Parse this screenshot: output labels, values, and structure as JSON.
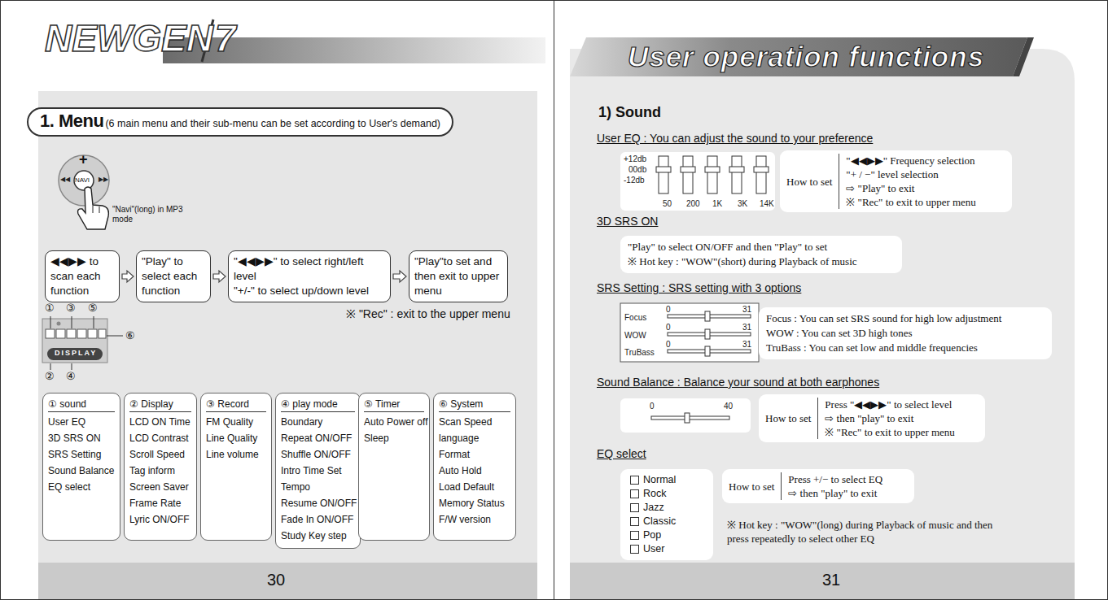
{
  "diagram": {
    "nodes": [
      {
        "text": [
          "1. Menu",
          "(6 main menu and their sub-menu can be set according to User's demand)"
        ]
      },
      {
        "text": [
          "◀◀▶▶ to scan each function"
        ]
      },
      {
        "text": [
          "\"Play\" to select each function"
        ]
      },
      {
        "text": [
          "\"◀◀▶▶\" to select right/left level",
          "\"+/-\" to select up/down level"
        ]
      },
      {
        "text": [
          "\"Play\"to set and then exit to upper menu"
        ]
      },
      {
        "text": [
          "① sound",
          "User EQ",
          "3D SRS ON",
          "SRS Setting",
          "Sound Balance",
          "EQ select"
        ]
      },
      {
        "text": [
          "② Display",
          "LCD ON Time",
          "LCD Contrast",
          "Scroll Speed",
          "Tag inform",
          "Screen Saver",
          "Frame Rate",
          "Lyric ON/OFF"
        ]
      },
      {
        "text": [
          "③ Record",
          "FM Quality",
          "Line Quality",
          "Line volume"
        ]
      },
      {
        "text": [
          "④ play mode",
          "Boundary",
          "Repeat ON/OFF",
          "Shuffle ON/OFF",
          "Intro Time Set",
          "Tempo",
          "Resume ON/OFF",
          "Fade In ON/OFF",
          "Study Key step"
        ]
      },
      {
        "text": [
          "⑤ Timer",
          "Auto Power off",
          "Sleep"
        ]
      },
      {
        "text": [
          "⑥ System",
          "Scan Speed",
          "language",
          "Format",
          "Auto Hold",
          "Load Default",
          "Memory Status",
          "F/W version"
        ]
      },
      {
        "text": [
          "User operation functions"
        ]
      },
      {
        "text": [
          "+12db",
          "00db",
          "-12db",
          "50",
          "200",
          "1K",
          "3K",
          "14K"
        ]
      },
      {
        "text": [
          "How to set",
          "\"◀◀▶▶\" Frequency selection",
          "\"+ / −\" level selection",
          "⇨ \"Play\" to exit",
          "※ \"Rec\" to exit to upper menu"
        ]
      },
      {
        "text": [
          "\"Play\" to select ON/OFF and then \"Play\" to set",
          "※ Hot key : \"WOW\"(short) during Playback of music"
        ]
      },
      {
        "text": [
          "Focus",
          "WOW",
          "TruBass",
          "0",
          "31",
          "0",
          "31",
          "0",
          "31"
        ]
      },
      {
        "text": [
          "Focus : You can set SRS sound for high low adjustment",
          "WOW : You can set 3D high tones",
          "TruBass : You can set low and middle frequencies"
        ]
      },
      {
        "text": [
          "0",
          "40"
        ]
      },
      {
        "text": [
          "How to set",
          "Press \"◀◀▶▶\" to select level",
          "⇨ then \"play\" to exit",
          "※ \"Rec\" to exit to upper menu"
        ]
      },
      {
        "text": [
          "Normal",
          "Rock",
          "Jazz",
          "Classic",
          "Pop",
          "User"
        ]
      },
      {
        "text": [
          "How to set",
          "Press +/− to select EQ",
          "⇨ then \"play\" to exit"
        ]
      }
    ],
    "edges": [
      {
        "from": 1,
        "to": 2,
        "arrow": "to"
      },
      {
        "from": 2,
        "to": 3,
        "arrow": "to"
      },
      {
        "from": 3,
        "to": 4,
        "arrow": "to"
      }
    ],
    "labels": [
      "NEWGEN",
      "7",
      "+",
      "◀◀",
      "NAVI",
      "▶▶",
      "\"Navi\"(long) in MP3 mode",
      "①",
      "③",
      "⑤",
      "⑥",
      "DISPLAY",
      "②",
      "④",
      "※ \"Rec\" : exit to the upper menu",
      "30",
      "1) Sound",
      "User EQ : You can adjust the sound to your preference",
      "3D SRS ON",
      "SRS Setting : SRS setting with 3 options",
      "Sound Balance : Balance your sound at both earphones",
      "EQ select",
      "※ Hot key : \"WOW\"(long) during Playback of music and then press repeatedly to select other EQ",
      "31"
    ]
  }
}
